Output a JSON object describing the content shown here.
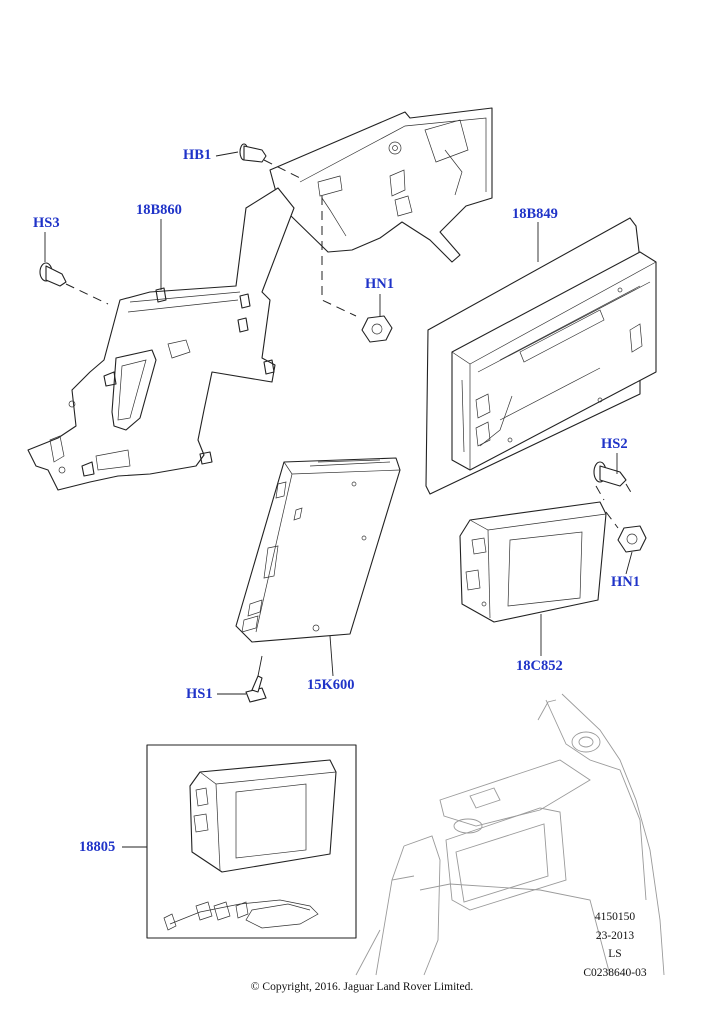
{
  "parts": {
    "hb1": "HB1",
    "hs3": "HS3",
    "bracket_18b860": "18B860",
    "hn1_top": "HN1",
    "bracket_18b849": "18B849",
    "hs2": "HS2",
    "hn1_right": "HN1",
    "module_15k600": "15K600",
    "module_18c852": "18C852",
    "hs1": "HS1",
    "kit_18805": "18805"
  },
  "reference": {
    "line1": "4150150",
    "line2": "23-2013",
    "line3": "LS",
    "line4": "C0238640-03"
  },
  "copyright": "© Copyright, 2016. Jaguar Land Rover Limited.",
  "colors": {
    "label": "#1f33c8",
    "line": "#222222",
    "background": "#ffffff"
  }
}
